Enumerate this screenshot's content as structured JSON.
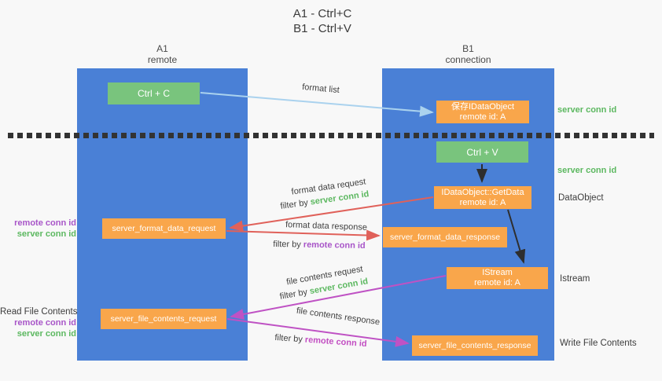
{
  "title": {
    "line1": "A1 - Ctrl+C",
    "line2": "B1 - Ctrl+V"
  },
  "lanes": {
    "a": {
      "name": "A1",
      "role": "remote"
    },
    "b": {
      "name": "B1",
      "role": "connection"
    }
  },
  "nodes": {
    "ctrl_c": {
      "label": "Ctrl + C"
    },
    "ctrl_v": {
      "label": "Ctrl + V"
    },
    "save_dataobject": {
      "line1": "保存IDataObject",
      "line2": "remote id: A"
    },
    "getdata": {
      "line1": "IDataObject::GetData",
      "line2": "remote id: A"
    },
    "istream": {
      "line1": "IStream",
      "line2": "remote id: A"
    },
    "format_request": {
      "label": "server_format_data_request"
    },
    "format_response": {
      "label": "server_format_data_response"
    },
    "file_request": {
      "label": "server_file_contents_request"
    },
    "file_response": {
      "label": "server_file_contents_response"
    }
  },
  "side_labels": {
    "right": {
      "server_conn_id_top": "server conn id",
      "server_conn_id_mid": "server conn id",
      "dataobject": "DataObject",
      "istream": "Istream",
      "write_file_contents": "Write File Contents"
    },
    "left": {
      "remote_conn_id_mid": "remote conn id",
      "server_conn_id_mid": "server conn id",
      "read_file_contents": "Read File Contents",
      "remote_conn_id_bottom": "remote conn id",
      "server_conn_id_bottom": "server conn id"
    }
  },
  "edges": {
    "format_list": {
      "label": "format list"
    },
    "format_data_request": {
      "label": "format data request",
      "filter_prefix": "filter by ",
      "filter_key": "server conn id"
    },
    "format_data_response": {
      "label": "format data response",
      "filter_prefix": "filter by ",
      "filter_key": "remote conn id"
    },
    "file_contents_request": {
      "label": "file contents request",
      "filter_prefix": "filter by ",
      "filter_key": "server conn id"
    },
    "file_contents_response": {
      "label": "file contents response",
      "filter_prefix": "filter by ",
      "filter_key": "remote conn id"
    }
  },
  "colors": {
    "lane_blue": "#4a80d6",
    "node_green": "#79c47d",
    "node_orange": "#f9a64b",
    "arrow_red": "#e0615a",
    "arrow_magenta": "#bf52c4",
    "arrow_lightblue": "#aad2ee",
    "arrow_black": "#2e2e2e",
    "label_green": "#5cb860",
    "label_purple": "#a855c8",
    "label_magenta": "#c24ec2",
    "text_dark": "#3c3c3c"
  }
}
